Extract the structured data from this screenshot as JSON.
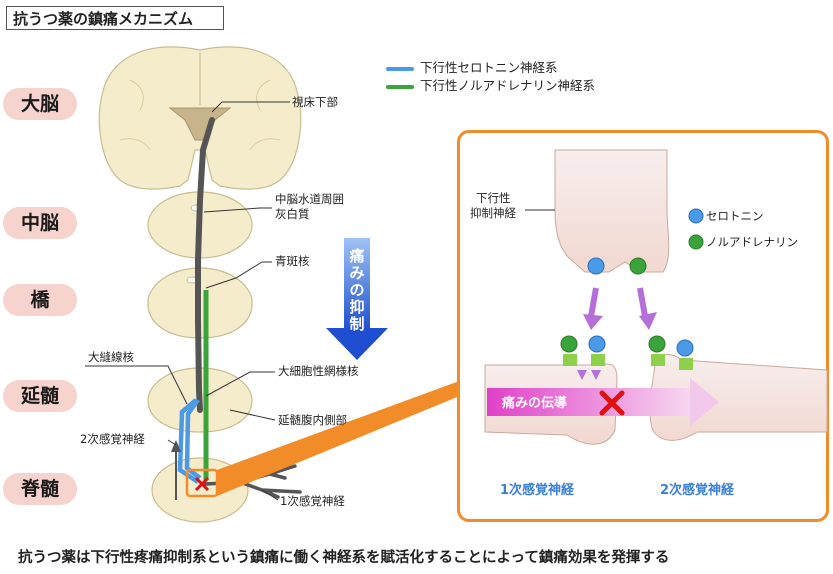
{
  "title": "抗うつ薬の鎮痛メカニズム",
  "regions": {
    "brain": "大脳",
    "midbrain": "中脳",
    "pons": "橋",
    "medulla": "延髄",
    "spinal": "脊髄"
  },
  "legend": {
    "serotonin_line": "下行性セロトニン神経系",
    "noradrenaline_line": "下行性ノルアドレナリン神経系"
  },
  "labels": {
    "hypothalamus": "視床下部",
    "pag_1": "中脳水道周囲",
    "pag_2": "灰白質",
    "locus": "青斑核",
    "raphe": "大縫線核",
    "gigantocellular": "大細胞性網様核",
    "medulla_ventral": "延髄腹内側部",
    "secondary_nerve": "2次感覚神経",
    "primary_nerve": "1次感覚神経"
  },
  "arrow_text": "痛みの抑制",
  "panel": {
    "descending_1": "下行性",
    "descending_2": "抑制神経",
    "serotonin": "セロトニン",
    "noradrenaline": "ノルアドレナリン",
    "pain_transmission": "痛みの伝導",
    "primary_nerve": "1次感覚神経",
    "secondary_nerve": "2次感覚神経"
  },
  "caption": "抗うつ薬は下行性疼痛抑制系という鎮痛に働く神経系を賦活化することによって鎮痛効果を発揮する",
  "colors": {
    "serotonin": "#4a9ae8",
    "noradrenaline": "#3aa33a",
    "tissue": "#f4eccb",
    "region_bg": "#f6d3cd",
    "panel_border": "#f28c28",
    "arrow_blue": "#2a5fd6",
    "cross": "#e01010"
  }
}
